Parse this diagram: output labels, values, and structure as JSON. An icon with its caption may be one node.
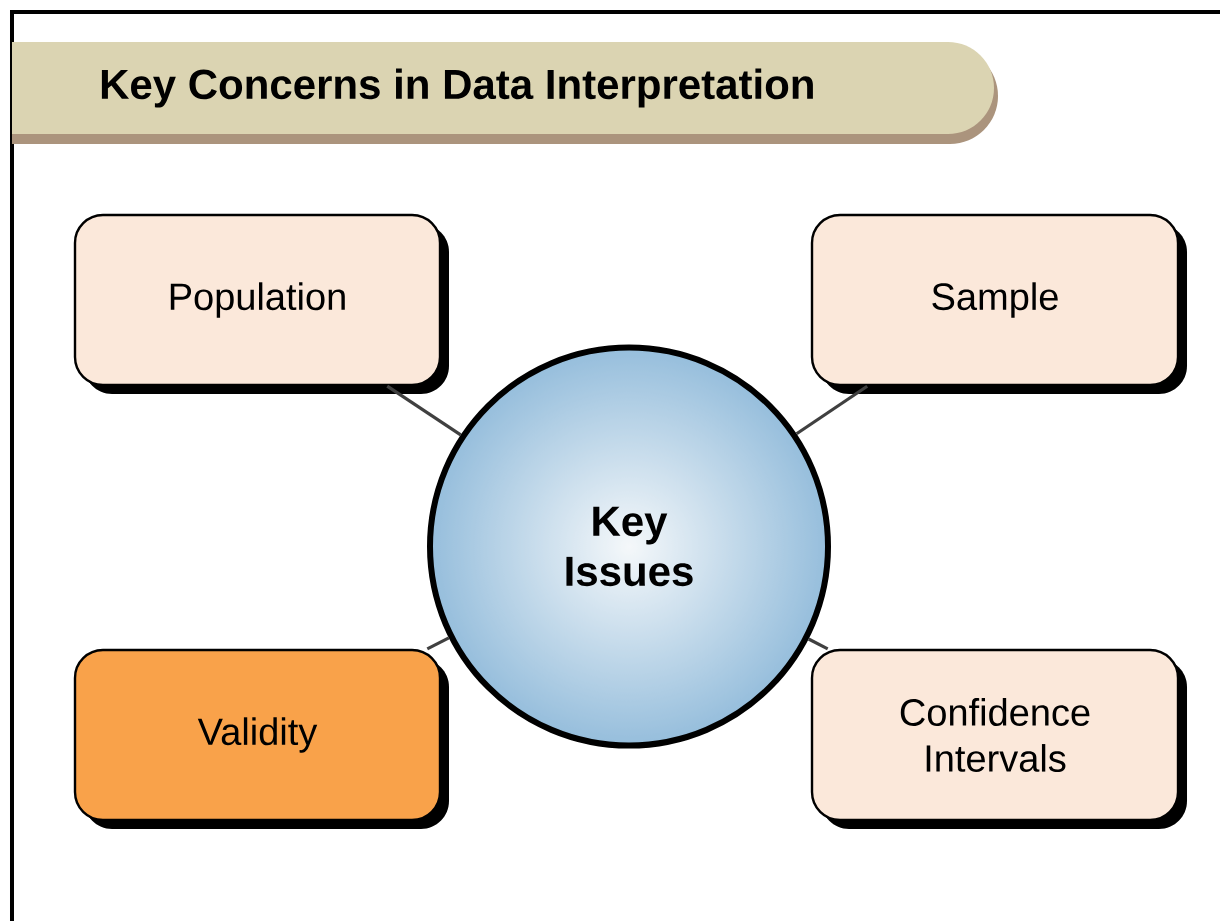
{
  "diagram": {
    "title": "Key Concerns in Data Interpretation",
    "nodes": [
      {
        "text": [
          "Population"
        ]
      },
      {
        "text": [
          "Sample"
        ]
      },
      {
        "text": [
          "Key Issues"
        ]
      },
      {
        "text": [
          "Validity"
        ]
      },
      {
        "text": [
          "Confidence Intervals"
        ]
      }
    ],
    "edges": [
      {
        "from": 2,
        "to": 0,
        "arrow": "none"
      },
      {
        "from": 2,
        "to": 1,
        "arrow": "none"
      },
      {
        "from": 2,
        "to": 3,
        "arrow": "none"
      },
      {
        "from": 2,
        "to": 4,
        "arrow": "none"
      }
    ]
  }
}
